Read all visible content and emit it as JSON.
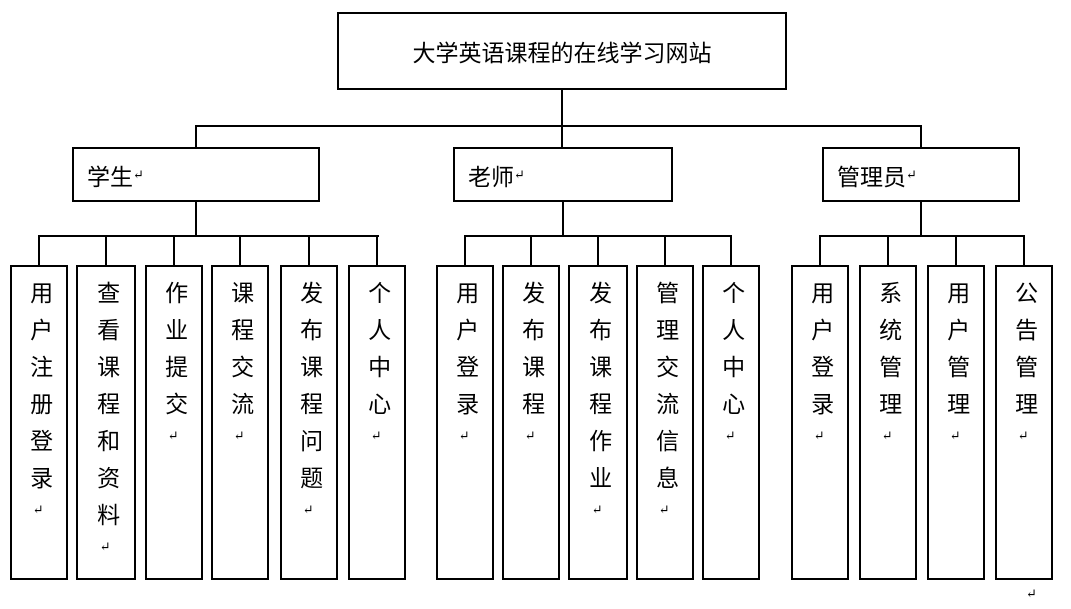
{
  "title": "大学英语课程的在线学习网站",
  "return_mark": "↵",
  "branches": [
    {
      "label": "学生",
      "children": [
        "用户注册登录",
        "查看课程和资料",
        "作业提交",
        "课程交流",
        "发布课程问题",
        "个人中心"
      ]
    },
    {
      "label": "老师",
      "children": [
        "用户登录",
        "发布课程",
        "发布课程作业",
        "管理交流信息",
        "个人中心"
      ]
    },
    {
      "label": "管理员",
      "children": [
        "用户登录",
        "系统管理",
        "用户管理",
        "公告管理"
      ]
    }
  ]
}
